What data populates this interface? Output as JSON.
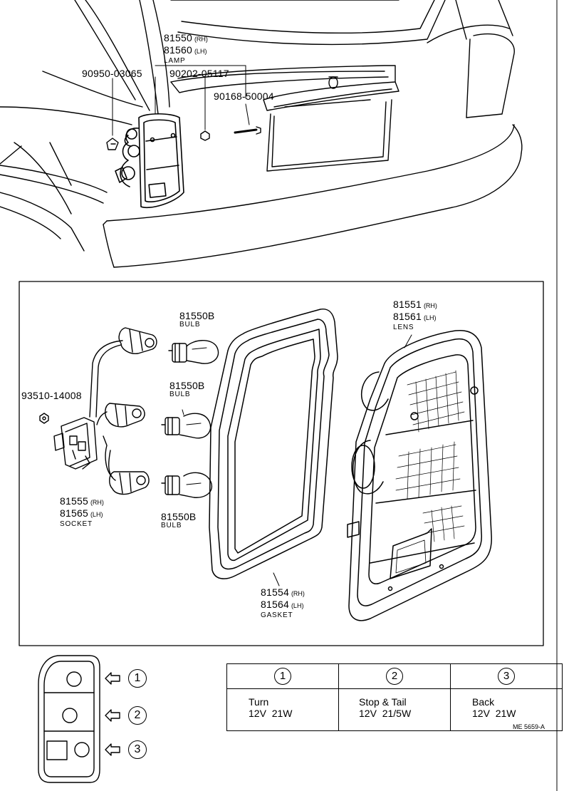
{
  "top": {
    "lamp": {
      "pn1": "81550",
      "sfx1": "(RH)",
      "pn2": "81560",
      "sfx2": "(LH)",
      "name": "LAMP"
    },
    "screw": "90950-03065",
    "nut": "90202-05117",
    "bolt": "90168-50004"
  },
  "detail": {
    "bulb_top": {
      "pn": "81550B",
      "name": "BULB"
    },
    "bulb_mid": {
      "pn": "81550B",
      "name": "BULB"
    },
    "bulb_bot": {
      "pn": "81550B",
      "name": "BULB"
    },
    "grommet": "93510-14008",
    "socket": {
      "pn1": "81555",
      "sfx1": "(RH)",
      "pn2": "81565",
      "sfx2": "(LH)",
      "name": "SOCKET"
    },
    "gasket": {
      "pn1": "81554",
      "sfx1": "(RH)",
      "pn2": "81564",
      "sfx2": "(LH)",
      "name": "GASKET"
    },
    "lens": {
      "pn1": "81551",
      "sfx1": "(RH)",
      "pn2": "81561",
      "sfx2": "(LH)",
      "name": "LENS"
    }
  },
  "legend": {
    "markers": [
      "1",
      "2",
      "3"
    ]
  },
  "spec_table": {
    "headers": [
      "1",
      "2",
      "3"
    ],
    "rows": [
      {
        "func": "Turn",
        "rating": "12V  21W"
      },
      {
        "func": "Stop & Tail",
        "rating": "12V  21/5W"
      },
      {
        "func": "Back",
        "rating": "12V  21W"
      }
    ]
  },
  "ref": "ME 5659-A"
}
